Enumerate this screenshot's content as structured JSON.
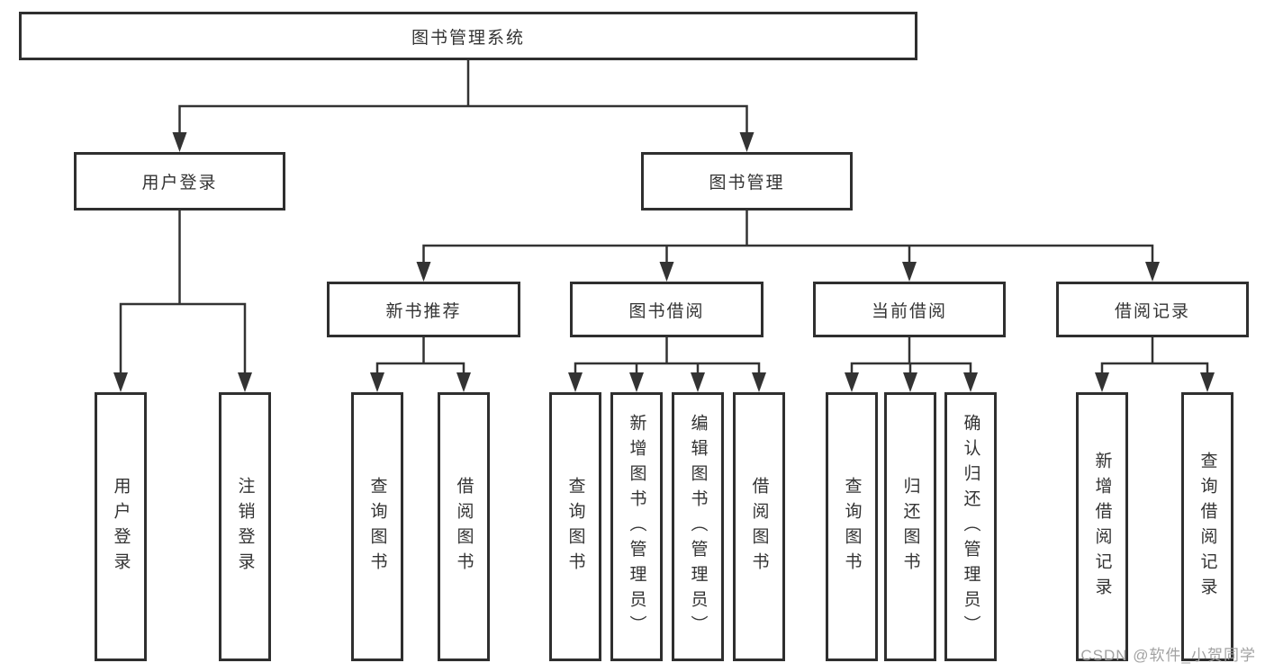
{
  "diagram": {
    "root": {
      "label": "图书管理系统"
    },
    "branches": [
      {
        "label": "用户登录",
        "children": [
          {
            "label": "用户登录"
          },
          {
            "label": "注销登录"
          }
        ]
      },
      {
        "label": "图书管理",
        "children": [
          {
            "label": "新书推荐",
            "children": [
              {
                "label": "查询图书"
              },
              {
                "label": "借阅图书"
              }
            ]
          },
          {
            "label": "图书借阅",
            "children": [
              {
                "label": "查询图书"
              },
              {
                "label": "新增图书（管理员）"
              },
              {
                "label": "编辑图书（管理员）"
              },
              {
                "label": "借阅图书"
              }
            ]
          },
          {
            "label": "当前借阅",
            "children": [
              {
                "label": "查询图书"
              },
              {
                "label": "归还图书"
              },
              {
                "label": "确认归还（管理员）"
              }
            ]
          },
          {
            "label": "借阅记录",
            "children": [
              {
                "label": "新增借阅记录"
              },
              {
                "label": "查询借阅记录"
              }
            ]
          }
        ]
      }
    ]
  },
  "watermark": {
    "text": "CSDN @软件_小贺同学"
  },
  "colors": {
    "line": "#333333",
    "border": "#2f2f2f",
    "text": "#333333",
    "background": "#ffffff",
    "watermark": "#a2a2a2"
  }
}
